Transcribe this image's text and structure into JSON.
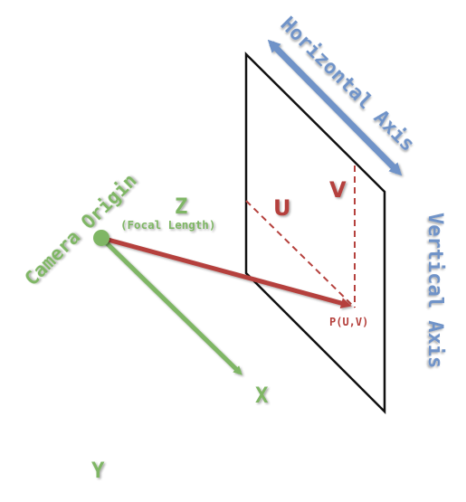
{
  "labels": {
    "camera_origin": "Camera Origin",
    "z_axis": "Z",
    "focal_length": "(Focal Length)",
    "x_axis": "X",
    "y_axis": "Y",
    "u": "U",
    "v": "V",
    "point": "P(U,V)",
    "horizontal_axis": "Horizontal Axis",
    "vertical_axis": "Vertical Axis"
  },
  "colors": {
    "green": "#7fb665",
    "blue": "#6f93c8",
    "red": "#b5413d",
    "plane": "#111111"
  }
}
